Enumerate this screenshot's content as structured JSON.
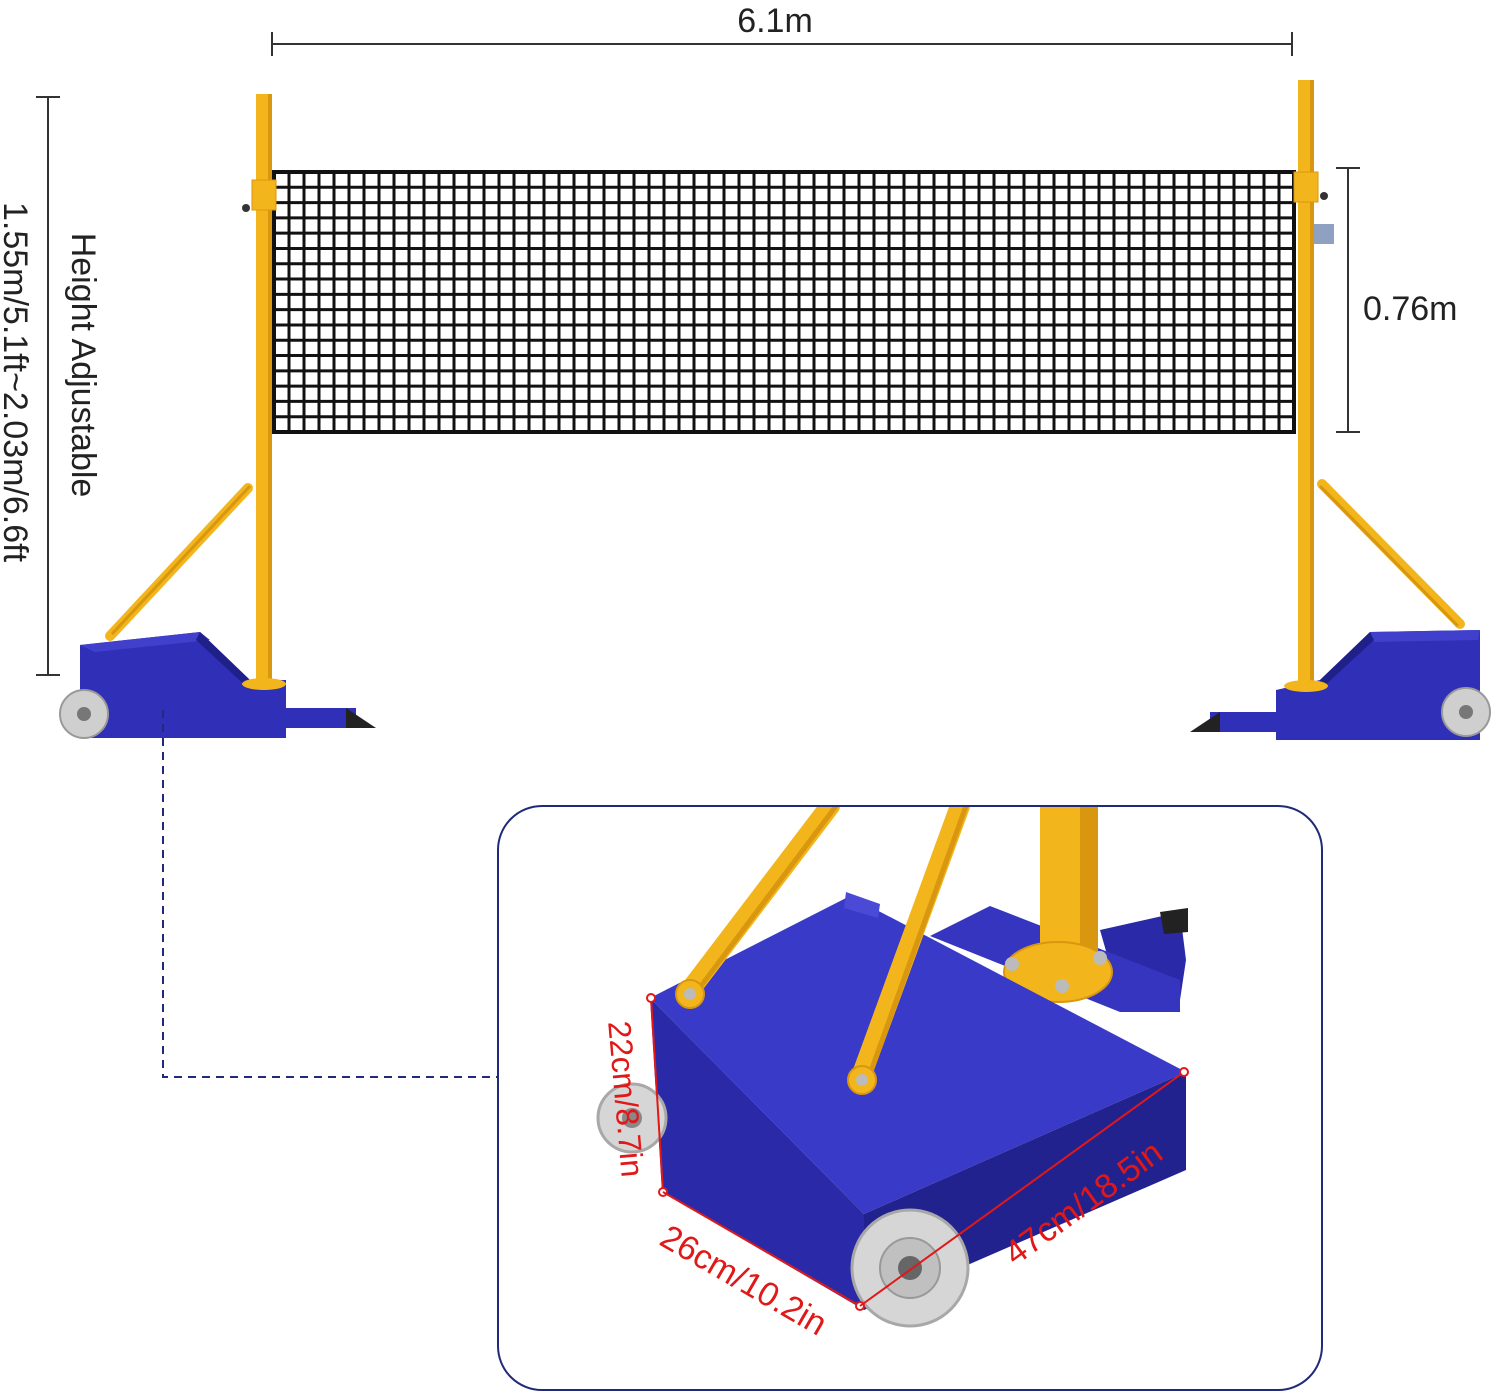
{
  "dimensions": {
    "width": "6.1m",
    "net_height": "0.76m",
    "height_adjustable_title": "Height Adjustable",
    "height_range": "1.55m/5.1ft~2.03m/6.6ft"
  },
  "base_detail": {
    "height": "22cm/8.7in",
    "width": "26cm/10.2in",
    "length": "47cm/18.5in"
  },
  "colors": {
    "pole": "#f2b51c",
    "pole_dark": "#d9960f",
    "base": "#2f2fb8",
    "base_dark": "#20208a",
    "base_light": "#4040cc",
    "net": "#111111",
    "wheel": "#cfcfcf",
    "dimension_red": "#e01818",
    "callout_border": "#1f2a7a",
    "dimension_line": "#333333"
  }
}
